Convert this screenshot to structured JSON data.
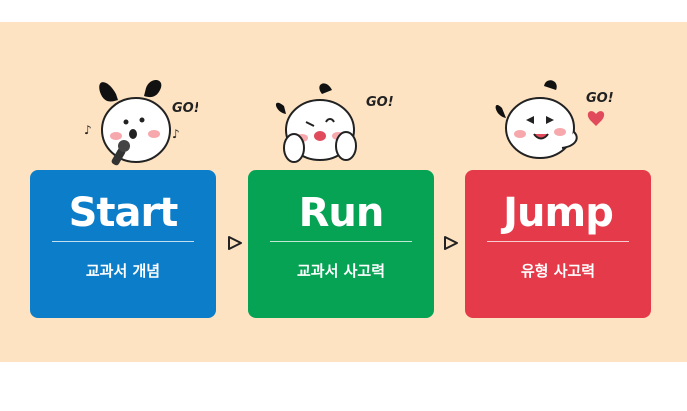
{
  "colors": {
    "background_panel": "#fde3c2",
    "start_card": "#0c7dc8",
    "run_card": "#06a355",
    "jump_card": "#e43a4a"
  },
  "steps": [
    {
      "title": "Start",
      "subtitle": "교과서 개념"
    },
    {
      "title": "Run",
      "subtitle": "교과서 사고력"
    },
    {
      "title": "Jump",
      "subtitle": "유형 사고력"
    }
  ],
  "mascots": [
    {
      "icon": "puppy-singing-icon",
      "caption": "GO!"
    },
    {
      "icon": "puppy-cheering-icon",
      "caption": "GO!"
    },
    {
      "icon": "puppy-winking-icon",
      "caption": "GO!"
    }
  ],
  "arrows": [
    "triangle-right-icon",
    "triangle-right-icon"
  ]
}
